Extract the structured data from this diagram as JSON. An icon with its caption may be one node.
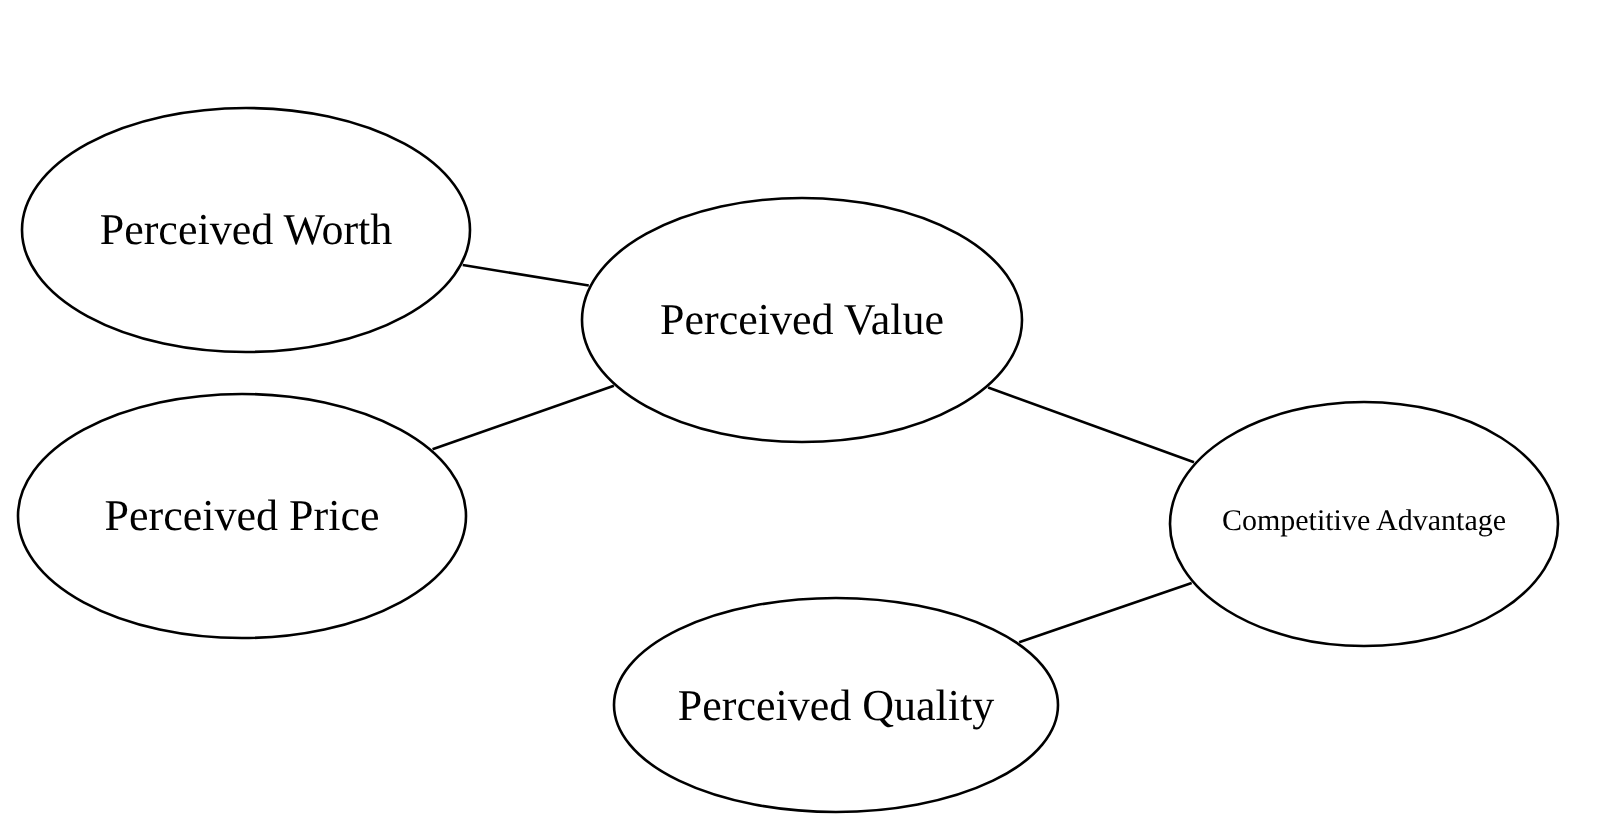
{
  "diagram": {
    "nodes": [
      {
        "text": [
          "Perceived Worth"
        ]
      },
      {
        "text": [
          "Perceived Price"
        ]
      },
      {
        "text": [
          "Perceived Value"
        ]
      },
      {
        "text": [
          "Perceived Quality"
        ]
      },
      {
        "text": [
          "Competitive Advantage"
        ]
      }
    ],
    "edges": [
      {
        "from": 0,
        "to": 2,
        "arrow": "none"
      },
      {
        "from": 1,
        "to": 2,
        "arrow": "none"
      },
      {
        "from": 2,
        "to": 4,
        "arrow": "none"
      },
      {
        "from": 3,
        "to": 4,
        "arrow": "none"
      }
    ]
  }
}
